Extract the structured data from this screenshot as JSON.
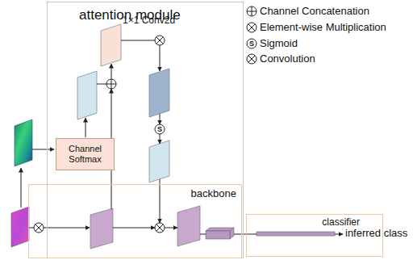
{
  "diagram": {
    "nodes": [
      {
        "text": [
          "attention module"
        ]
      },
      {
        "text": [
          "Channel Softmax"
        ],
        "in": 0
      },
      {
        "text": [
          "backbone"
        ]
      },
      {
        "text": [
          "classifier"
        ]
      }
    ],
    "edges": [
      {
        "from": 2,
        "to": 3,
        "arrow": "none"
      }
    ],
    "labels": [
      "1×1 Conv2d",
      "S",
      "inferred class",
      "S"
    ],
    "legend": [
      {
        "text": "Channel Concatenation"
      },
      {
        "text": "Element-wise Multiplication"
      },
      {
        "text": "Sigmoid"
      },
      {
        "text": "Convolution"
      }
    ]
  }
}
